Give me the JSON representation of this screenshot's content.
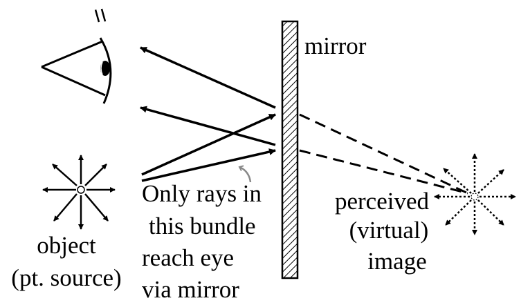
{
  "labels": {
    "mirror": "mirror",
    "object_line1": "object",
    "object_line2": "(pt. source)",
    "bundle_line1": "Only rays in",
    "bundle_line2": "this bundle",
    "bundle_line3": "reach eye",
    "bundle_line4": "via mirror",
    "image_line1": "perceived",
    "image_line2": "(virtual)",
    "image_line3": "image"
  },
  "colors": {
    "ink": "#000000",
    "pointer": "#888888"
  },
  "icons": {
    "eye": "eye-icon",
    "object": "point-source-icon",
    "image": "virtual-image-icon",
    "mirror": "hatched-mirror"
  }
}
